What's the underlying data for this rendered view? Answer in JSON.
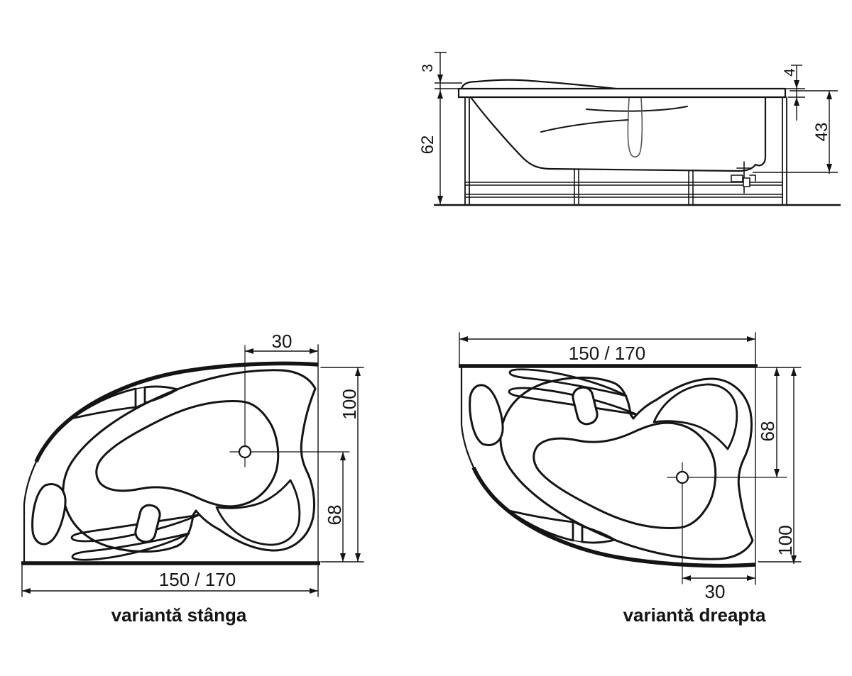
{
  "page": {
    "background": "#ffffff",
    "ink": "#141414",
    "description": "Technical dimension drawing of an asymmetric corner bathtub: side elevation and two top-view variants"
  },
  "side_view": {
    "labels": {
      "headrest_height": "3",
      "total_height": "62",
      "rim_thickness": "4",
      "inner_depth": "43"
    }
  },
  "left_variant": {
    "caption": "variantă stânga",
    "labels": {
      "drain_offset_top": "30",
      "width_right": "100",
      "drain_to_front": "68",
      "length_bottom": "150 / 170"
    }
  },
  "right_variant": {
    "caption": "variantă dreapta",
    "labels": {
      "length_top": "150 / 170",
      "drain_from_wall": "68",
      "width_right": "100",
      "drain_offset_bottom": "30"
    }
  }
}
